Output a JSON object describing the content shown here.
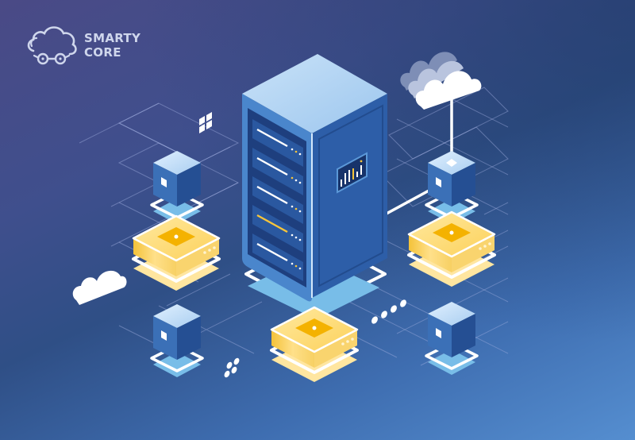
{
  "logo": {
    "line1": "SMARTY",
    "line2": "CORE",
    "icon": "cloud-car-icon"
  },
  "illustration": {
    "subject": "isometric server rack with connected network nodes",
    "elements": [
      "server-rack-icon",
      "cloud-icon",
      "cube-node-icon",
      "chip-node-icon",
      "grid-tiles-icon",
      "dots-icon"
    ]
  },
  "colors": {
    "bg_top_left": "#4a4a86",
    "bg_bottom_right": "#558ed0",
    "server_front": "#2c5aa0",
    "server_top": "#b7d6f4",
    "server_side": "#2a5ea8",
    "chip_gold": "#f7c53b",
    "chip_light": "#ffe9a6",
    "cube_top": "#c6e0f8",
    "cube_left": "#3a6fb6",
    "cube_right": "#254e92",
    "platform_blue": "#79bde9",
    "white": "#ffffff",
    "grid_line": "#9aa8d8"
  }
}
